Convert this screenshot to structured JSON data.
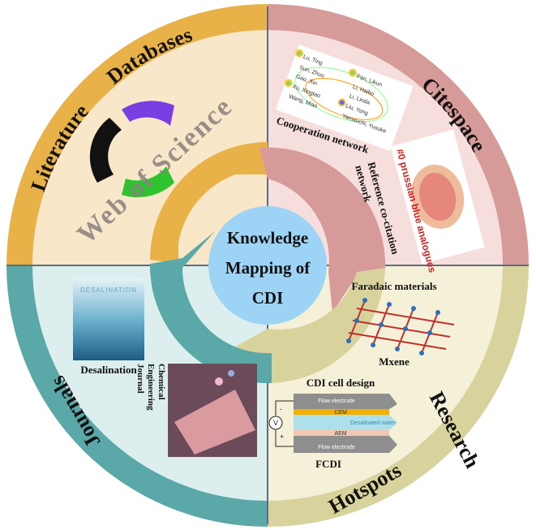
{
  "center": {
    "lines": [
      "Knowledge",
      "Mapping of",
      "CDI"
    ]
  },
  "quadrants": {
    "literature": {
      "ring_label_1": "Literature",
      "ring_label_2": "Databases",
      "logo_text": "Web of Science",
      "ring_color": "#E9B248",
      "bg_color": "#F9E7C9"
    },
    "citespace": {
      "ring_label": "Citespace",
      "cooperation_label": "Cooperation network",
      "cocitation_label": "Reference co-citation network",
      "cluster_label": "#0 prussian blue analogues",
      "authors": [
        "Lu, Ting",
        "Pan, Likun",
        "Sun, Zhuo",
        "Li, Haibo",
        "Gao, Xin",
        "Li, Linda",
        "Xu, Xingtao",
        "Liu, Yong",
        "Wang, Miao",
        "Yamauchi, Yusuke"
      ],
      "ring_color": "#D69A99",
      "bg_color": "#F6DEDD"
    },
    "research": {
      "ring_label_1": "Research",
      "ring_label_2": "Hotspots",
      "faradaic_label": "Faradaic materials",
      "mxene_label": "Mxene",
      "cell_design_label": "CDI cell design",
      "fcdi_label": "FCDI",
      "diagram": {
        "top": "Flow electrode",
        "cem": "CEM",
        "middle": "Desalinated water",
        "aem": "AEM",
        "bottom": "Flow electrode",
        "voltage": "V",
        "minus": "-",
        "plus": "+"
      },
      "ring_color": "#D8D29C",
      "bg_color": "#F4F1D8"
    },
    "journals": {
      "ring_label": "Journals",
      "desalination_cover_text": "DESALINATION",
      "desalination_label": "Desalination",
      "cej_label": "Chemical Engineering Journal",
      "ring_color": "#5BA8A8",
      "bg_color": "#DDEEEE"
    }
  },
  "colors": {
    "center": "#9DD3F5",
    "divider": "#5A6E7E"
  }
}
